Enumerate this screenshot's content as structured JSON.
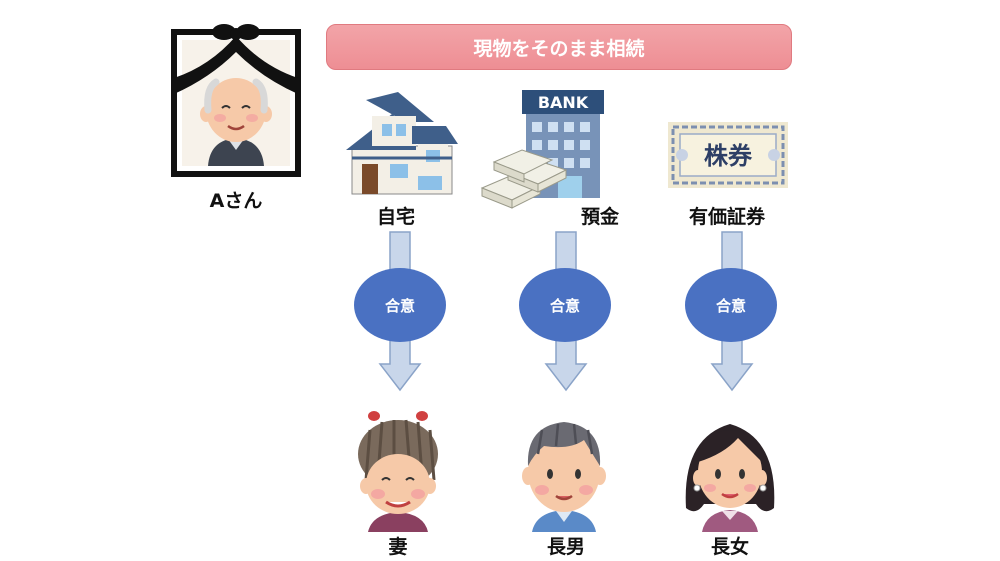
{
  "banner": {
    "title": "現物をそのまま相続"
  },
  "deceased": {
    "label": "Aさん"
  },
  "assets": {
    "house": {
      "label": "自宅"
    },
    "deposit": {
      "label": "預金",
      "bank_sign": "BANK"
    },
    "stocks": {
      "label": "有価証券",
      "certificate_text": "株券"
    }
  },
  "agreement": {
    "label": "合意"
  },
  "heirs": {
    "wife": {
      "label": "妻"
    },
    "eldest_son": {
      "label": "長男"
    },
    "eldest_daughter": {
      "label": "長女"
    }
  },
  "colors": {
    "banner": "#ee8e94",
    "agree_circle": "#4a71c2",
    "arrow_fill": "#c8d6ea",
    "arrow_stroke": "#8aa3c8"
  }
}
